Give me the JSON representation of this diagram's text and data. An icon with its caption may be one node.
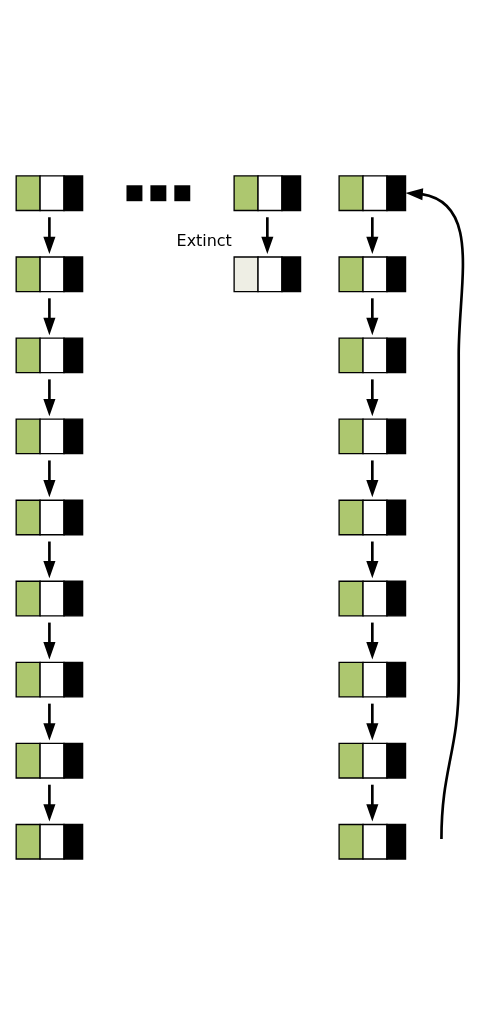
{
  "diagram": {
    "nodes": [
      {
        "text": [],
        "shape": "battery"
      },
      {
        "text": [],
        "shape": "dots"
      },
      {
        "text": [],
        "shape": "battery"
      },
      {
        "text": [],
        "shape": "battery"
      },
      {
        "text": [],
        "shape": "battery"
      },
      {
        "text": [],
        "shape": "battery",
        "beside": [
          "Extinct"
        ]
      },
      {
        "text": [],
        "shape": "battery"
      },
      {
        "text": [],
        "shape": "battery"
      },
      {
        "text": [],
        "shape": "battery"
      },
      {
        "text": [],
        "shape": "battery"
      },
      {
        "text": [],
        "shape": "battery"
      },
      {
        "text": [],
        "shape": "battery"
      },
      {
        "text": [],
        "shape": "battery"
      },
      {
        "text": [],
        "shape": "battery"
      },
      {
        "text": [],
        "shape": "battery"
      },
      {
        "text": [],
        "shape": "battery"
      },
      {
        "text": [],
        "shape": "battery"
      },
      {
        "text": [],
        "shape": "battery"
      },
      {
        "text": [],
        "shape": "battery"
      },
      {
        "text": [],
        "shape": "battery"
      },
      {
        "text": [],
        "shape": "battery"
      }
    ],
    "edges": [
      {
        "from": 0,
        "to": 4,
        "arrow": "to"
      },
      {
        "from": 2,
        "to": 5,
        "arrow": "to"
      },
      {
        "from": 3,
        "to": 6,
        "arrow": "to"
      },
      {
        "from": 4,
        "to": 7,
        "arrow": "to"
      },
      {
        "from": 6,
        "to": 8,
        "arrow": "to"
      },
      {
        "from": 7,
        "to": 9,
        "arrow": "to"
      },
      {
        "from": 8,
        "to": 10,
        "arrow": "to"
      },
      {
        "from": 9,
        "to": 11,
        "arrow": "to"
      },
      {
        "from": 10,
        "to": 12,
        "arrow": "to"
      },
      {
        "from": 11,
        "to": 13,
        "arrow": "to"
      },
      {
        "from": 12,
        "to": 14,
        "arrow": "to"
      },
      {
        "from": 13,
        "to": 15,
        "arrow": "to"
      },
      {
        "from": 14,
        "to": 16,
        "arrow": "to"
      },
      {
        "from": 15,
        "to": 17,
        "arrow": "to"
      },
      {
        "from": 16,
        "to": 18,
        "arrow": "to"
      },
      {
        "from": 17,
        "to": 19,
        "arrow": "to"
      },
      {
        "from": 18,
        "to": 20,
        "arrow": "to"
      },
      {
        "from": null,
        "to": 3,
        "arrow": "to"
      }
    ]
  }
}
